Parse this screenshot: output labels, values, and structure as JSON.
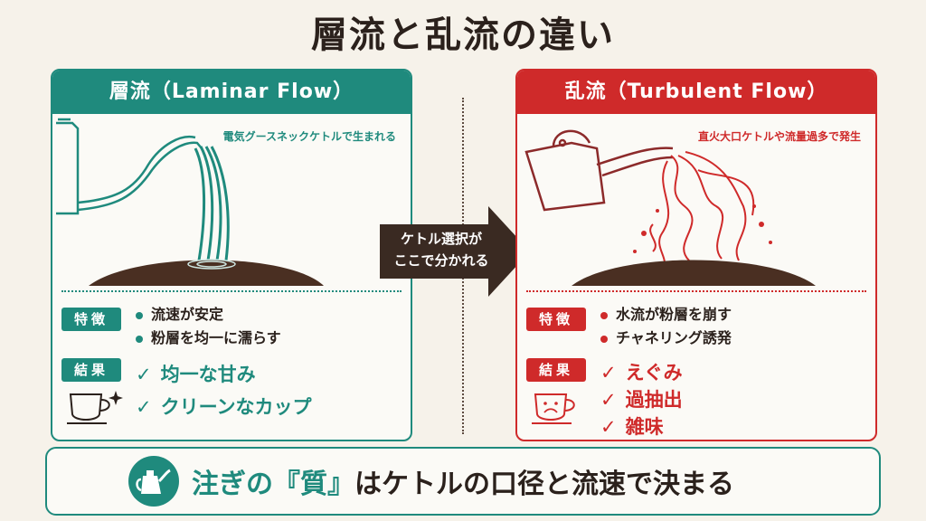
{
  "title": "層流と乱流の違い",
  "laminar": {
    "header": "層流（Laminar Flow）",
    "note": "電気グースネックケトルで生まれる",
    "features_label": "特徴",
    "features": [
      "流速が安定",
      "粉層を均一に濡らす"
    ],
    "results_label": "結果",
    "results": [
      "均一な甘み",
      "クリーンなカップ"
    ],
    "check": "✓"
  },
  "turbulent": {
    "header": "乱流（Turbulent Flow）",
    "note": "直火大口ケトルや流量過多で発生",
    "features_label": "特徴",
    "features": [
      "水流が粉層を崩す",
      "チャネリング誘発"
    ],
    "results_label": "結果",
    "results": [
      "えぐみ",
      "過抽出",
      "雑味"
    ],
    "check": "✓"
  },
  "arrow": {
    "line1": "ケトル選択が",
    "line2": "ここで分かれる"
  },
  "footer": {
    "highlight": "注ぎの『質』",
    "rest": "はケトルの口径と流速で決まる"
  },
  "colors": {
    "laminar": "#1f8a7d",
    "turbulent": "#cf2a2a",
    "arrow": "#3a2a22",
    "coffee": "#4a2f22"
  },
  "icons": [
    "gooseneck-kettle-icon",
    "kettle-icon",
    "cup-smile-icon",
    "cup-sad-icon",
    "sparkle-icon",
    "arrow-right-icon"
  ]
}
